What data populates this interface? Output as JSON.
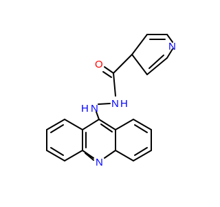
{
  "molecule": {
    "atom_labels": {
      "carbonyl_oxygen": "O",
      "pyridine_nitrogen": "N",
      "amide_nitrogen": "N",
      "amide_hydrogen": "H",
      "amine_nitrogen": "N",
      "amine_hydrogen": "H",
      "acridine_nitrogen": "N"
    },
    "colors": {
      "bond": "#000000",
      "oxygen": "#ff0000",
      "nitrogen": "#0000ff",
      "background": "#ffffff"
    }
  }
}
